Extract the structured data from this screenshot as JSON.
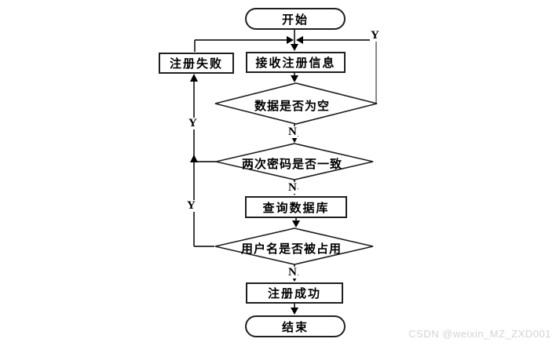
{
  "diagram": {
    "title_hint": "user registration flowchart",
    "nodes": {
      "start": "开始",
      "receive_info": "接收注册信息",
      "register_fail": "注册失败",
      "check_data_empty": "数据是否为空",
      "check_password_match": "两次密码是否一致",
      "query_database": "查询数据库",
      "check_username_taken": "用户名是否被占用",
      "register_success": "注册成功",
      "end": "结束"
    },
    "branch_labels": {
      "yes": "Y",
      "no": "N"
    },
    "colors": {
      "line": "#1f1f1f",
      "line_secondary": "#8a8a8a",
      "node_border": "#1f1f1f",
      "node_fill": "#ffffff",
      "text": "#000000",
      "watermark": "#d4d4d4"
    },
    "watermark": "CSDN @weixin_MZ_ZXD001"
  }
}
